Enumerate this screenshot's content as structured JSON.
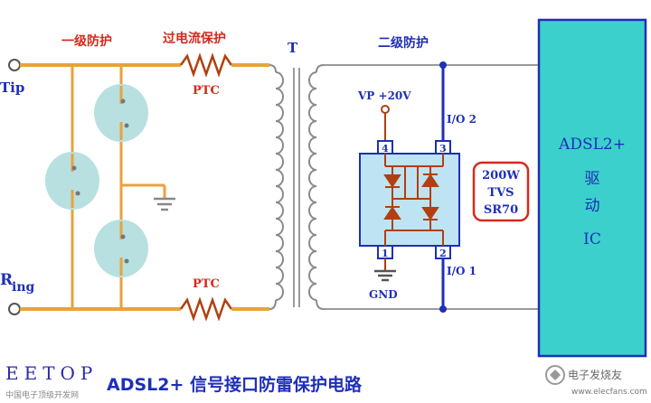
{
  "labels": {
    "primary_protection": "一级防护",
    "overcurrent_protection": "过电流保护",
    "secondary_protection": "二级防护",
    "tip": "Tip",
    "ring_r": "R",
    "ring_rest": "ing",
    "ptc_top": "PTC",
    "ptc_bottom": "PTC",
    "transformer": "T",
    "vp": "VP  +20V",
    "io2": "I/O 2",
    "io1": "I/O 1",
    "gnd": "GND",
    "pin4": "4",
    "pin3": "3",
    "pin1": "1",
    "pin2": "2"
  },
  "tvs_box": {
    "line1": "200W",
    "line2": "TVS",
    "line3": "SR70"
  },
  "ic_box": {
    "line1": "ADSL2+",
    "line2": "驱",
    "line3": "动",
    "line4": "IC"
  },
  "caption": {
    "title": "ADSL2+ 信号接口防雷保护电路",
    "logo": "EETOP",
    "logo_sub": "中国电子顶级开发网",
    "watermark": "电子发烧友",
    "watermark_url": "www.elecfans.com"
  },
  "colors": {
    "wire_orange": "#E8A23C",
    "wire_blue": "#1E2FB8",
    "gas_tube_fill": "#B8E0E0",
    "chip_fill": "#BEE3F2",
    "ic_fill": "#3BD0CC",
    "diode_color": "#B04010",
    "label_red": "#D42A1C",
    "tvs_border": "#D42A1C",
    "ic_border": "#1E2FB8",
    "transformer_gray": "#8A8A8A"
  }
}
